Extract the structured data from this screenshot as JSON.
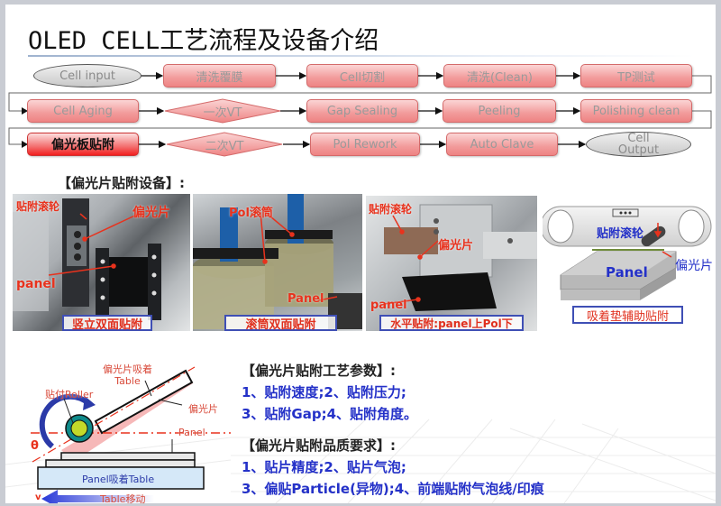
{
  "title": "OLED CELL工艺流程及设备介绍",
  "flow": {
    "row1": [
      {
        "label": "Cell input",
        "shape": "oval"
      },
      {
        "label": "清洗覆膜",
        "shape": "box"
      },
      {
        "label": "Cell切割",
        "shape": "box"
      },
      {
        "label": "清洗(Clean)",
        "shape": "box"
      },
      {
        "label": "TP测试",
        "shape": "box"
      }
    ],
    "row2": [
      {
        "label": "Cell Aging",
        "shape": "box"
      },
      {
        "label": "一次VT",
        "shape": "diamond"
      },
      {
        "label": "Gap Sealing",
        "shape": "box"
      },
      {
        "label": "Peeling",
        "shape": "box"
      },
      {
        "label": "Polishing clean",
        "shape": "box"
      }
    ],
    "row3": [
      {
        "label": "偏光板贴附",
        "shape": "box",
        "highlighted": true
      },
      {
        "label": "二次VT",
        "shape": "diamond"
      },
      {
        "label": "Pol Rework",
        "shape": "box"
      },
      {
        "label": "Auto Clave",
        "shape": "box"
      },
      {
        "label": "Cell Output",
        "shape": "oval",
        "line1": "Cell",
        "line2": "Output"
      }
    ]
  },
  "equipment": {
    "heading": "【偏光片贴附设备】:",
    "photos": [
      {
        "caption": "竖立双面贴附",
        "labels": {
          "roller": "贴附滚轮",
          "polarizer": "偏光片",
          "panel": "panel"
        }
      },
      {
        "caption": "滚筒双面贴附",
        "labels": {
          "pol_drum": "Pol滚筒",
          "panel": "Panel"
        }
      },
      {
        "caption": "水平贴附:panel上Pol下",
        "labels": {
          "roller": "贴附滚轮",
          "polarizer": "偏光片",
          "panel": "panel"
        }
      },
      {
        "caption": "吸着垫辅助贴附",
        "labels": {
          "roller": "贴附滚轮",
          "panel": "Panel",
          "polarizer": "偏光片"
        }
      }
    ]
  },
  "diagram": {
    "pol_table": "偏光片吸着",
    "pol_table2": "Table",
    "roller": "贴付Roller",
    "polarizer": "偏光片",
    "panel": "Panel",
    "panel_table": "Panel吸着Table",
    "theta": "θ",
    "v": "v",
    "table_move": "Table移动"
  },
  "process_params": {
    "heading": "【偏光片贴附工艺参数】:",
    "line1": "1、贴附速度;2、贴附压力;",
    "line2": "3、贴附Gap;4、贴附角度。"
  },
  "quality": {
    "heading": "【偏光片贴附品质要求】:",
    "line1": "1、贴片精度;2、贴片气泡;",
    "line2": "3、偏贴Particle(异物);4、前端贴附气泡线/印痕"
  },
  "colors": {
    "node_fill": "#f29b9b",
    "node_border": "#d46a6a",
    "highlight_fill": "#f21f1f",
    "label_red": "#e8321d",
    "text_blue": "#2431c8",
    "caption_border": "#3f4fb5"
  }
}
